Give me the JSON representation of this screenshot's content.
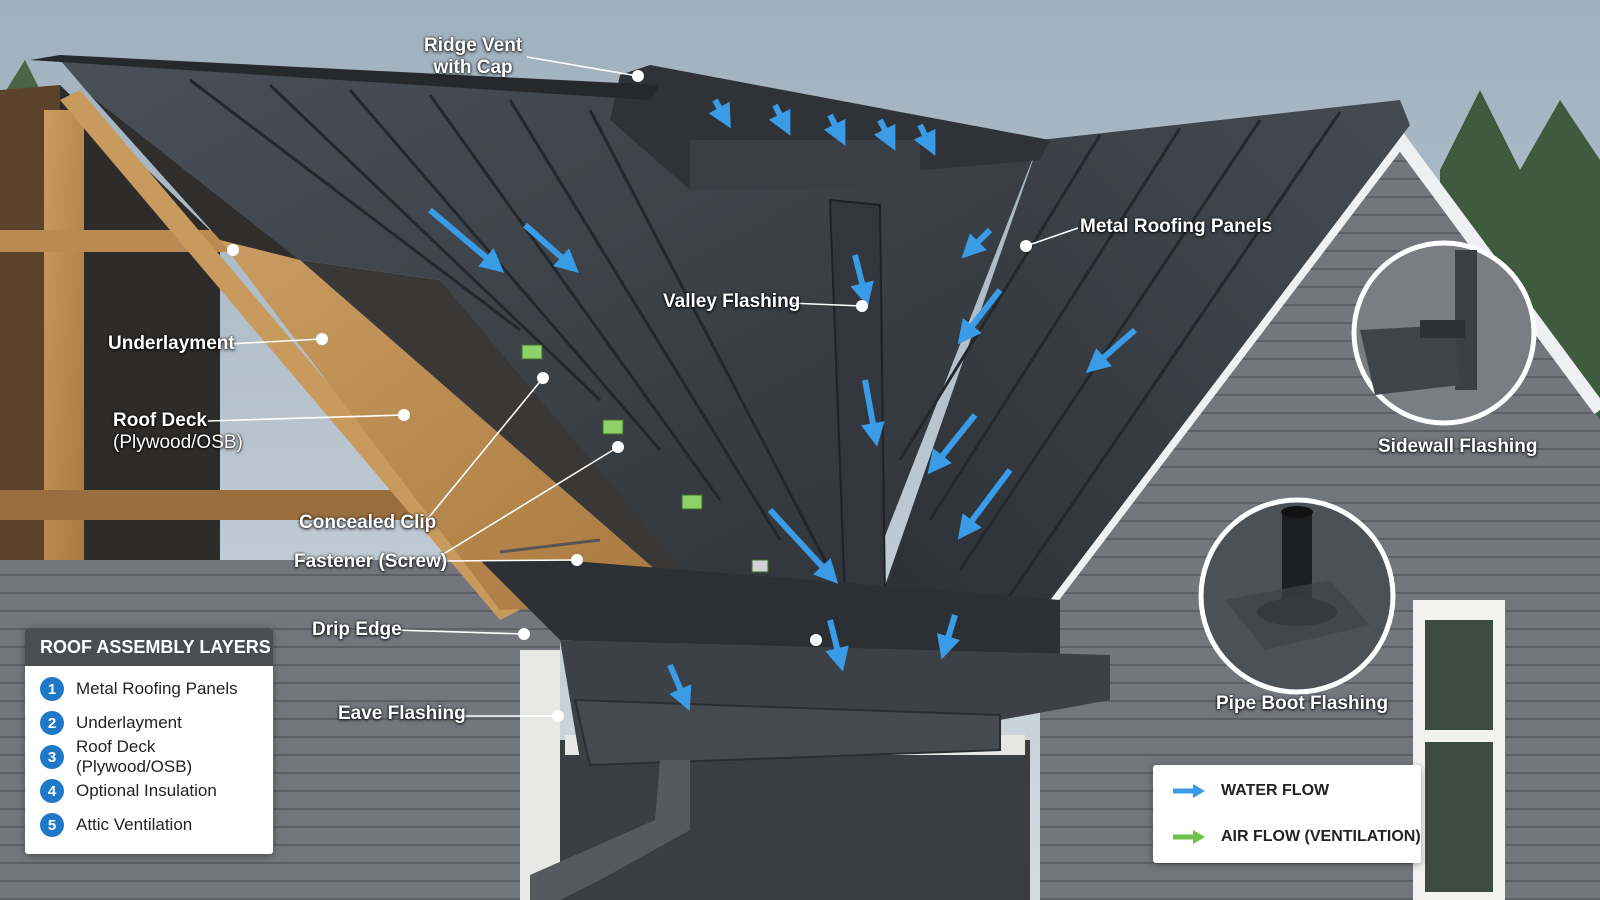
{
  "callouts": {
    "ridge_vent_line1": "Ridge Vent",
    "ridge_vent_line2": "with Cap",
    "metal_panels": "Metal Roofing Panels",
    "valley_flashing": "Valley Flashing",
    "underlayment": "Underlayment",
    "roof_deck": "Roof Deck",
    "roof_deck_sub": "(Plywood/OSB)",
    "concealed_clip": "Concealed Clip",
    "fastener": "Fastener (Screw)",
    "drip_edge": "Drip Edge",
    "eave_flashing": "Eave Flashing",
    "sidewall_flashing": "Sidewall Flashing",
    "pipe_boot_flashing": "Pipe Boot Flashing"
  },
  "legend": {
    "title": "ROOF ASSEMBLY LAYERS",
    "items": [
      {
        "num": "1",
        "label": "Metal Roofing Panels"
      },
      {
        "num": "2",
        "label": "Underlayment"
      },
      {
        "num": "3",
        "label": "Roof Deck (Plywood/OSB)"
      },
      {
        "num": "4",
        "label": "Optional Insulation"
      },
      {
        "num": "5",
        "label": "Attic Ventilation"
      }
    ]
  },
  "flow_key": {
    "water": "WATER FLOW",
    "air": "AIR FLOW (VENTILATION)"
  },
  "colors": {
    "sky": "#b9c6cf",
    "roof_metal": "#3b4047",
    "siding": "#6e7076",
    "wood": "#b98a52",
    "water_arrow": "#3a9be6",
    "air_arrow": "#6cc24a",
    "legend_header": "#4a4d52",
    "legend_number": "#1f78c8"
  }
}
